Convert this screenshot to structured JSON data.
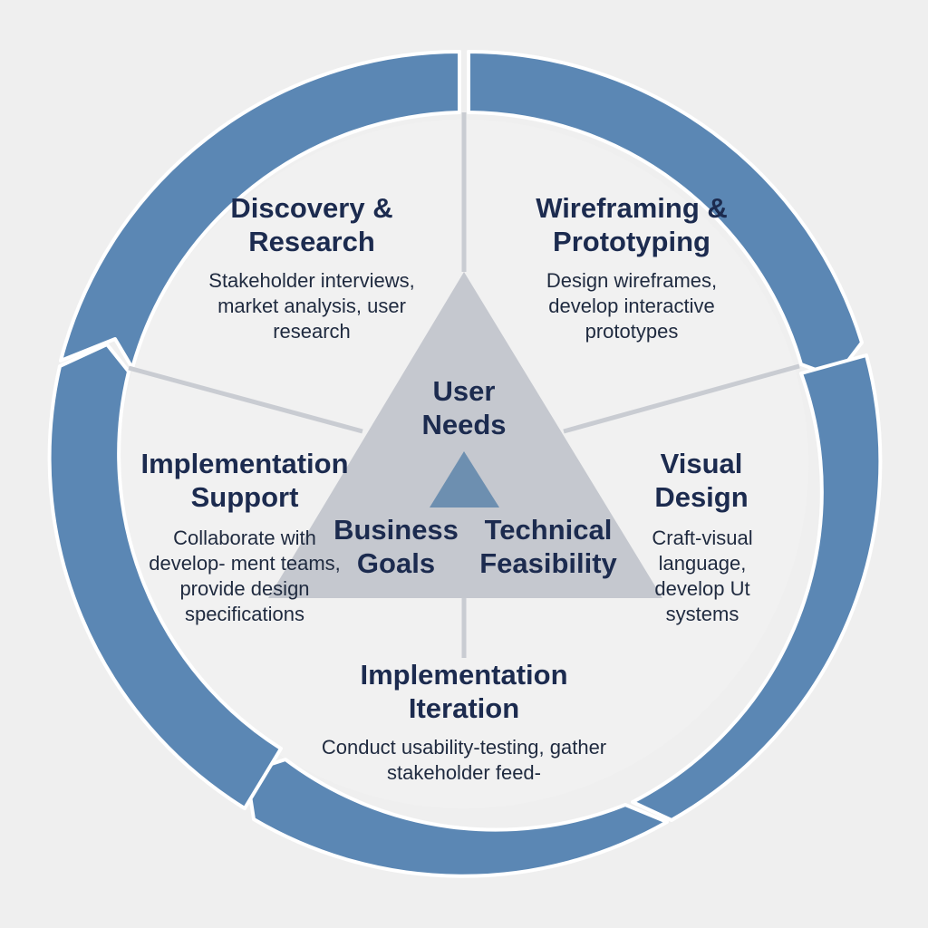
{
  "diagram": {
    "center": {
      "top": "User Needs",
      "left": "Business Goals",
      "right": "Technical Feasibility"
    },
    "stages": [
      {
        "title": "Discovery & Research",
        "desc": "Stakeholder interviews, market analysis, user research"
      },
      {
        "title": "Wireframing & Prototyping",
        "desc": "Design wireframes, develop interactive prototypes"
      },
      {
        "title": "Visual Design",
        "desc": "Craft-visual language, develop Ut systems"
      },
      {
        "title": "Implementation Iteration",
        "desc": "Conduct usability-testing, gather stakeholder feed-"
      },
      {
        "title": "Implementation Support",
        "desc": "Collaborate with develop- ment teams, provide design specifications"
      }
    ]
  },
  "colors": {
    "background": "#efefef",
    "ring": "#5b87b4",
    "ring_outline": "#ffffff",
    "triangle": "#c5c8cf",
    "inner_triangle": "#6d8fb0",
    "divider": "#c9ccd2",
    "text": "#1c2b4f"
  }
}
